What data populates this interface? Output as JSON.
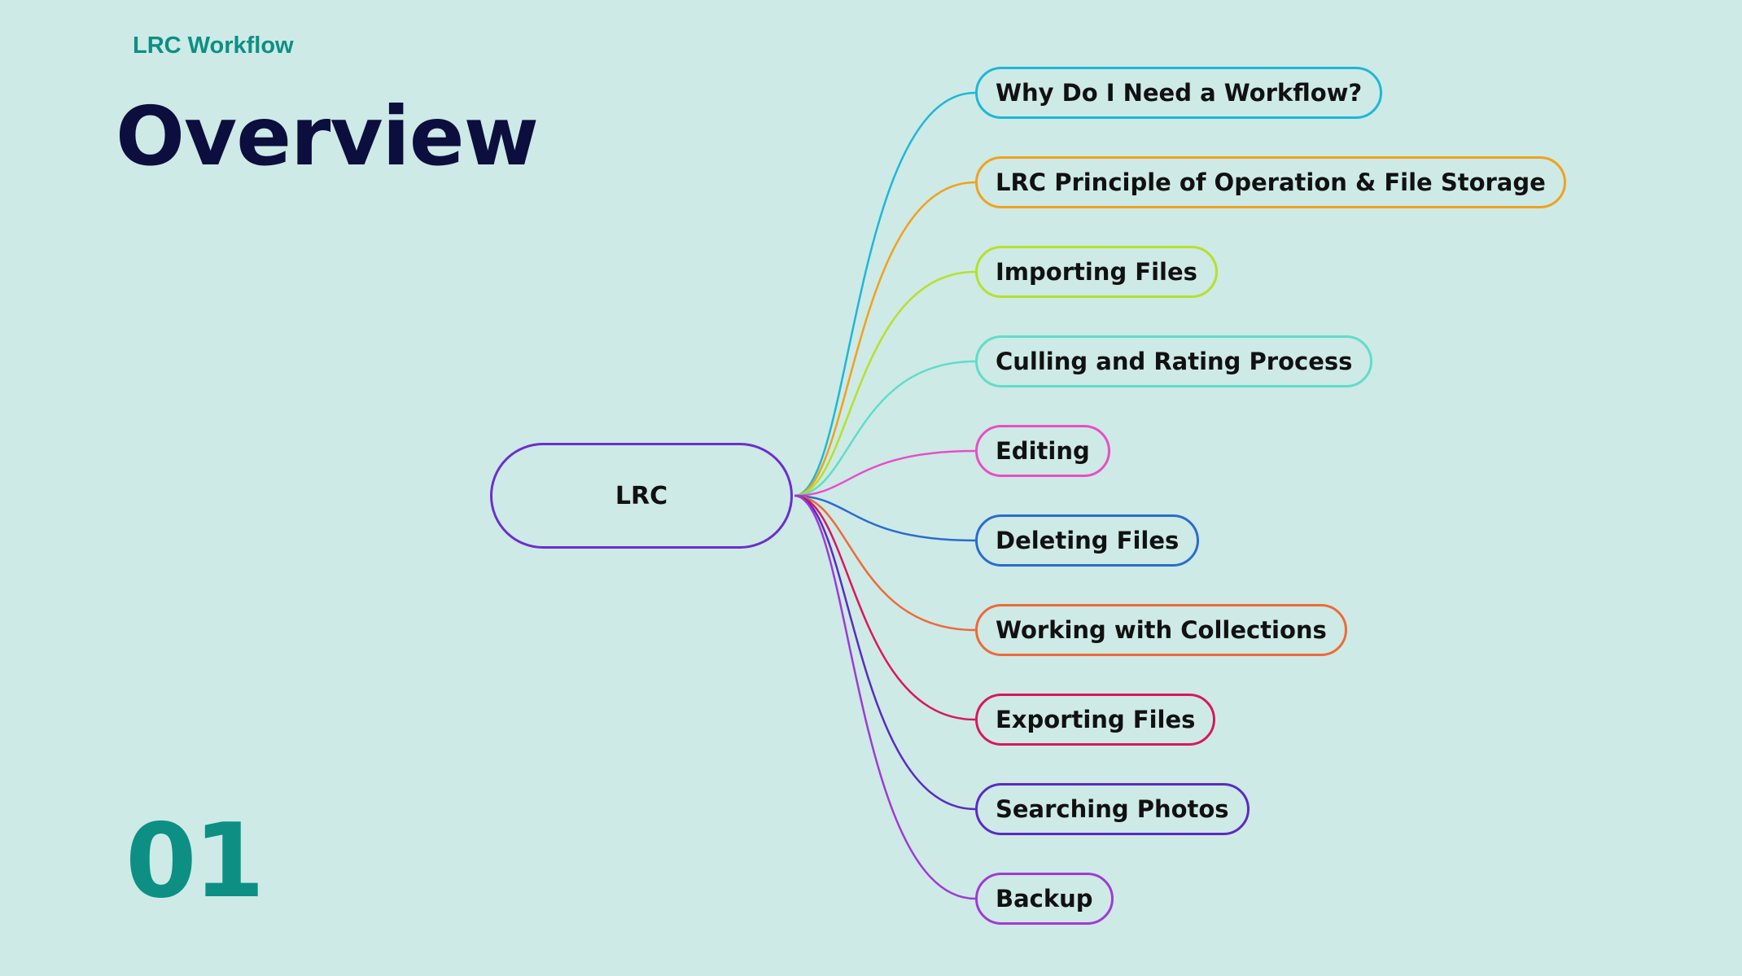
{
  "header": {
    "kicker": "LRC Workflow",
    "title": "Overview"
  },
  "page_number": "01",
  "mindmap": {
    "root": {
      "label": "LRC",
      "color": "#6a2fcf"
    },
    "branches": [
      {
        "label": "Why Do I Need a Workflow?",
        "color": "#1fb7d6"
      },
      {
        "label": "LRC Principle of Operation & File Storage",
        "color": "#f0a21c"
      },
      {
        "label": "Importing Files",
        "color": "#b6e02c"
      },
      {
        "label": "Culling and Rating Process",
        "color": "#62dcc8"
      },
      {
        "label": "Editing",
        "color": "#e84ec6"
      },
      {
        "label": "Deleting Files",
        "color": "#2a6ccf"
      },
      {
        "label": "Working with Collections",
        "color": "#ee6a38"
      },
      {
        "label": "Exporting Files",
        "color": "#d9175e"
      },
      {
        "label": "Searching Photos",
        "color": "#5a2bc4"
      },
      {
        "label": "Backup",
        "color": "#a03ad6"
      }
    ]
  }
}
